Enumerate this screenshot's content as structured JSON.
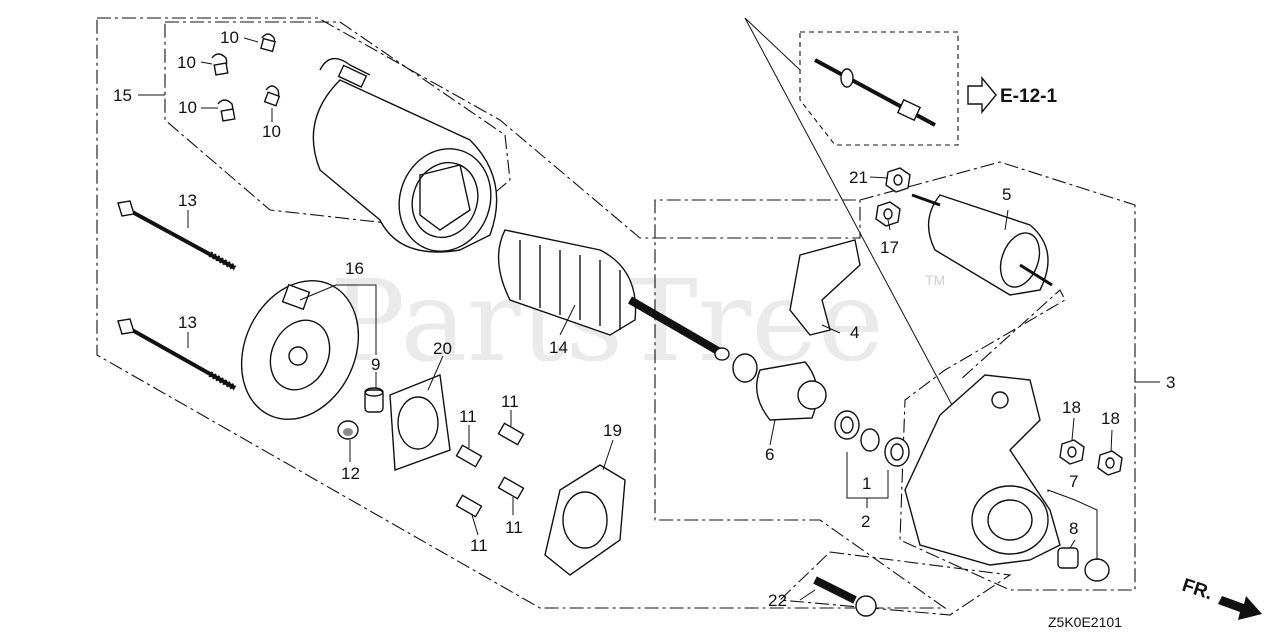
{
  "diagram": {
    "watermark": "PartsTree",
    "trademark": "TM",
    "drawing_code": "Z5K0E2101",
    "reference_label": "E-12-1",
    "direction_label": "FR.",
    "callouts": [
      {
        "id": "c15",
        "text": "15"
      },
      {
        "id": "c10a",
        "text": "10"
      },
      {
        "id": "c10b",
        "text": "10"
      },
      {
        "id": "c10c",
        "text": "10"
      },
      {
        "id": "c10d",
        "text": "10"
      },
      {
        "id": "c13a",
        "text": "13"
      },
      {
        "id": "c13b",
        "text": "13"
      },
      {
        "id": "c16",
        "text": "16"
      },
      {
        "id": "c9",
        "text": "9"
      },
      {
        "id": "c12",
        "text": "12"
      },
      {
        "id": "c20",
        "text": "20"
      },
      {
        "id": "c11a",
        "text": "11"
      },
      {
        "id": "c11b",
        "text": "11"
      },
      {
        "id": "c11c",
        "text": "11"
      },
      {
        "id": "c11d",
        "text": "11"
      },
      {
        "id": "c19",
        "text": "19"
      },
      {
        "id": "c14",
        "text": "14"
      },
      {
        "id": "c6",
        "text": "6"
      },
      {
        "id": "c1",
        "text": "1"
      },
      {
        "id": "c2",
        "text": "2"
      },
      {
        "id": "c4",
        "text": "4"
      },
      {
        "id": "c21",
        "text": "21"
      },
      {
        "id": "c17",
        "text": "17"
      },
      {
        "id": "c5",
        "text": "5"
      },
      {
        "id": "c3",
        "text": "3"
      },
      {
        "id": "c18a",
        "text": "18"
      },
      {
        "id": "c18b",
        "text": "18"
      },
      {
        "id": "c7",
        "text": "7"
      },
      {
        "id": "c8",
        "text": "8"
      },
      {
        "id": "c22",
        "text": "22"
      }
    ]
  }
}
